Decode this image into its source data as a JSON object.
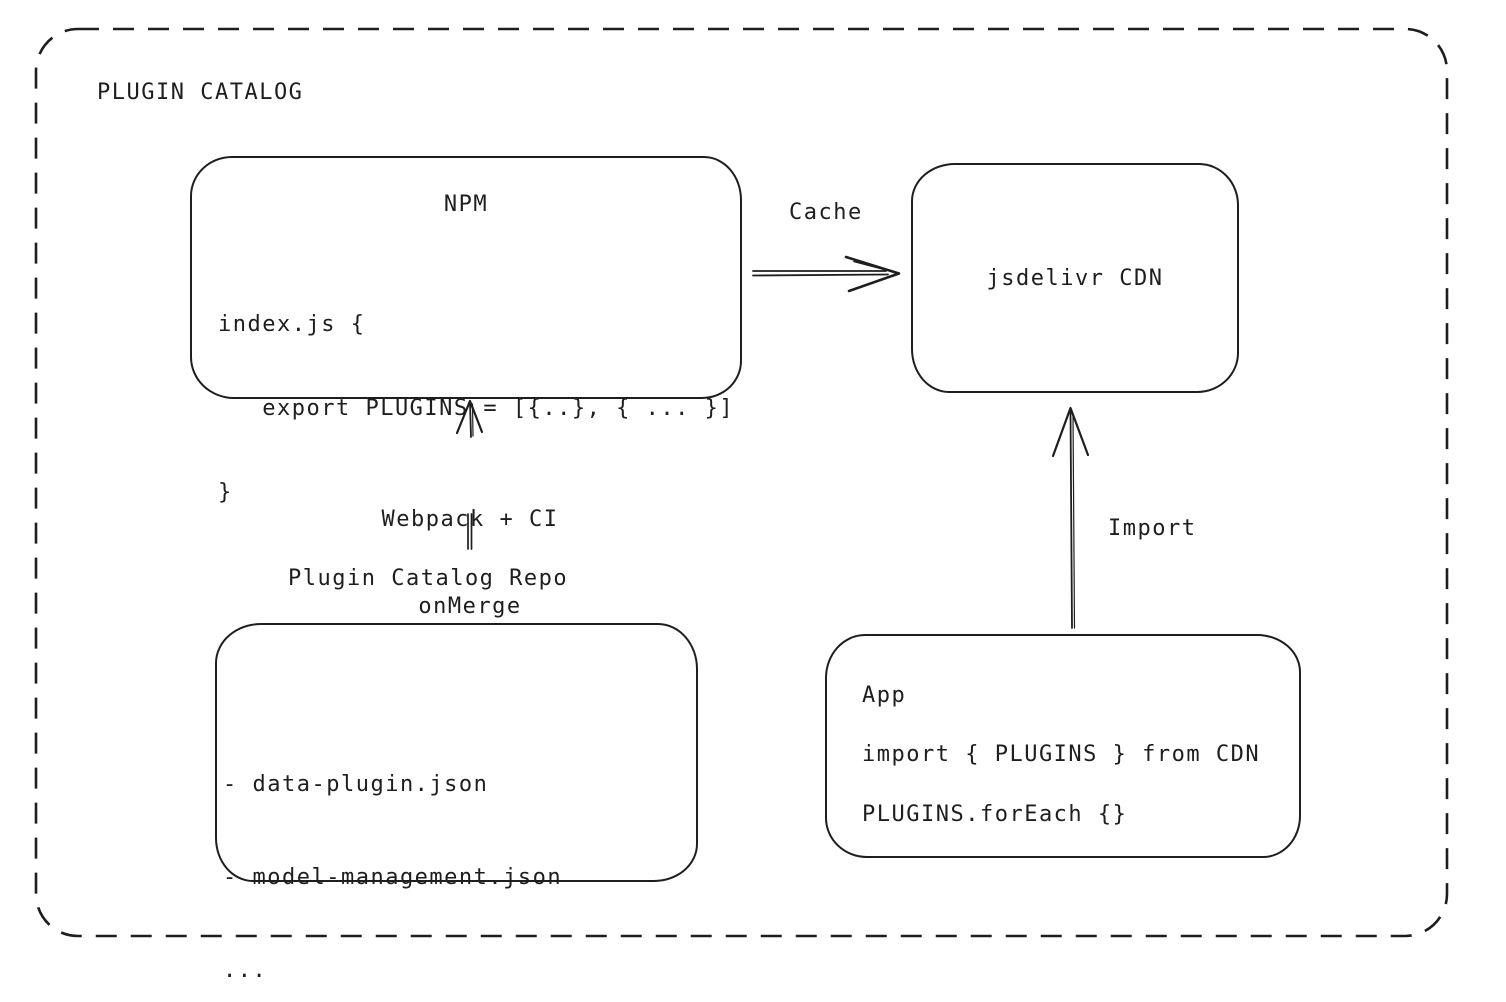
{
  "diagram": {
    "frame_label": "PLUGIN CATALOG",
    "colors": {
      "stroke": "#1e1e1e",
      "background": "#ffffff"
    },
    "nodes": {
      "npm": {
        "title": "NPM",
        "code_line1": "index.js {",
        "code_line2": "   export PLUGINS = [{..}, { ... }]",
        "code_line3": "}"
      },
      "cdn": {
        "title": "jsdelivr CDN"
      },
      "repo": {
        "title": "Plugin Catalog Repo",
        "file1": "- data-plugin.json",
        "file2": "- model-management.json",
        "file3": "..."
      },
      "app": {
        "title": "App",
        "code_line1": "import { PLUGINS } from CDN",
        "code_line2": "PLUGINS.forEach {}"
      }
    },
    "edges": {
      "cache": {
        "label": "Cache",
        "from": "NPM",
        "to": "jsdelivr CDN"
      },
      "build": {
        "label_line1": "Webpack + CI",
        "label_line2": "onMerge",
        "from": "Plugin Catalog Repo",
        "to": "NPM"
      },
      "import": {
        "label": "Import",
        "from": "App",
        "to": "jsdelivr CDN"
      }
    }
  }
}
